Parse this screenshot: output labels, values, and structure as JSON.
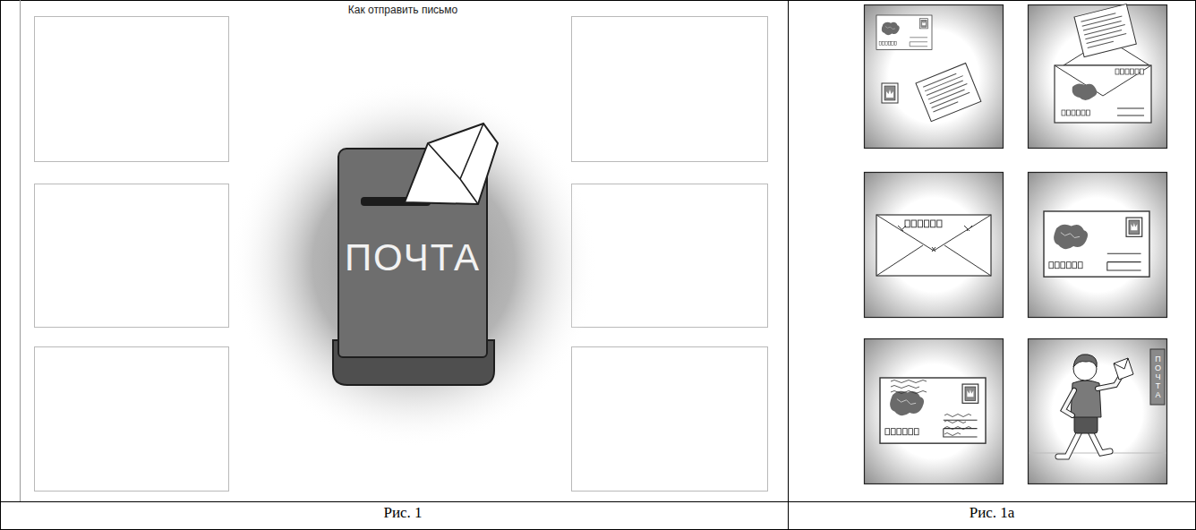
{
  "diagram": {
    "title": "Как отправить письмо",
    "nodes": [
      {
        "text": [
          "ПОЧТА"
        ]
      }
    ],
    "labels": [
      "ПОЧТА",
      "Рис. 1",
      "Рис. 1а"
    ]
  }
}
